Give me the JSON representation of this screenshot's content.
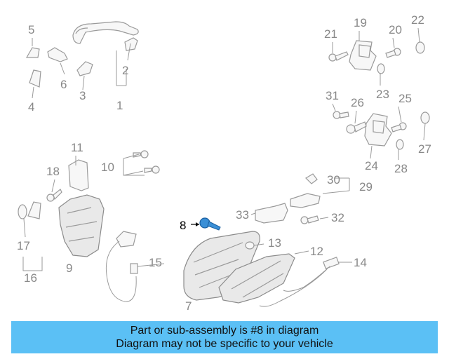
{
  "callouts": {
    "n1": "1",
    "n2": "2",
    "n3": "3",
    "n4": "4",
    "n5": "5",
    "n6": "6",
    "n7": "7",
    "n8": "8",
    "n9": "9",
    "n10": "10",
    "n11": "11",
    "n12": "12",
    "n13": "13",
    "n14": "14",
    "n15": "15",
    "n16": "16",
    "n17": "17",
    "n18": "18",
    "n19": "19",
    "n20": "20",
    "n21": "21",
    "n22": "22",
    "n23": "23",
    "n24": "24",
    "n25": "25",
    "n26": "26",
    "n27": "27",
    "n28": "28",
    "n29": "29",
    "n30": "30",
    "n31": "31",
    "n32": "32",
    "n33": "33"
  },
  "highlighted_part": "8",
  "banner": {
    "line1": "Part or sub-assembly is #8 in diagram",
    "line2": "Diagram may not be specific to your vehicle"
  },
  "colors": {
    "banner_bg": "#5bc0f5",
    "highlight_part": "#3a8fd6",
    "line_art": "#9a9a9a"
  }
}
